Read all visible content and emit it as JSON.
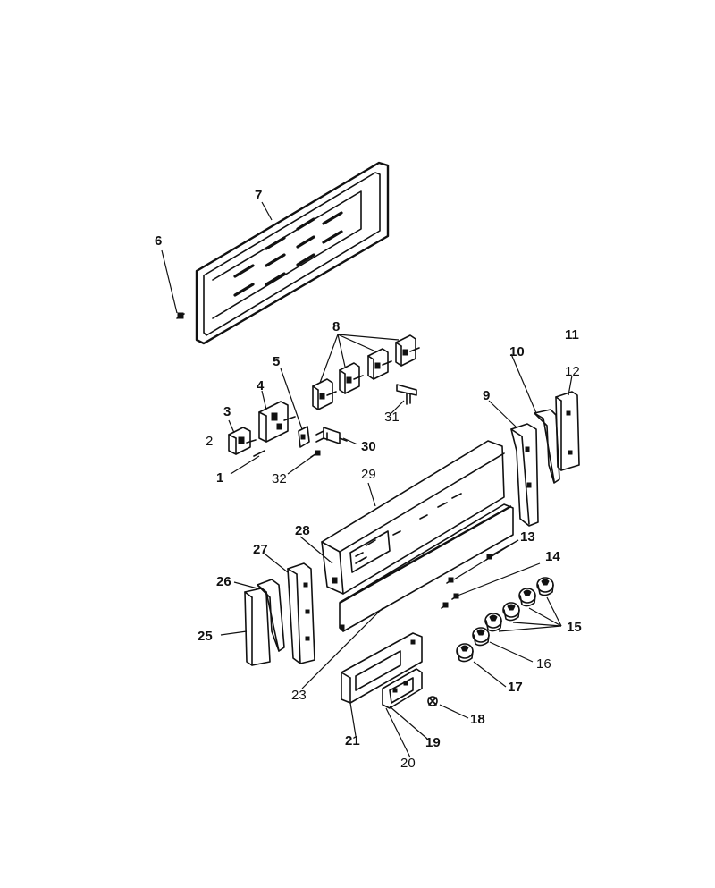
{
  "callouts": {
    "c1": "1",
    "c2": "2",
    "c3": "3",
    "c4": "4",
    "c5": "5",
    "c6": "6",
    "c7": "7",
    "c8": "8",
    "c9": "9",
    "c10": "10",
    "c11": "11",
    "c12": "12",
    "c13": "13",
    "c14": "14",
    "c15": "15",
    "c16": "16",
    "c17": "17",
    "c18": "18",
    "c19": "19",
    "c20": "20",
    "c21": "21",
    "c23": "23",
    "c25": "25",
    "c26": "26",
    "c27": "27",
    "c28": "28",
    "c29": "29",
    "c30": "30",
    "c31": "31",
    "c32": "32"
  }
}
